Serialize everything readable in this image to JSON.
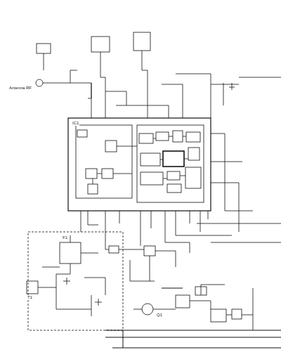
{
  "diagram": {
    "labels": [
      "Antenna RF",
      "IC1",
      "T1",
      "Q1",
      "F1"
    ]
  }
}
